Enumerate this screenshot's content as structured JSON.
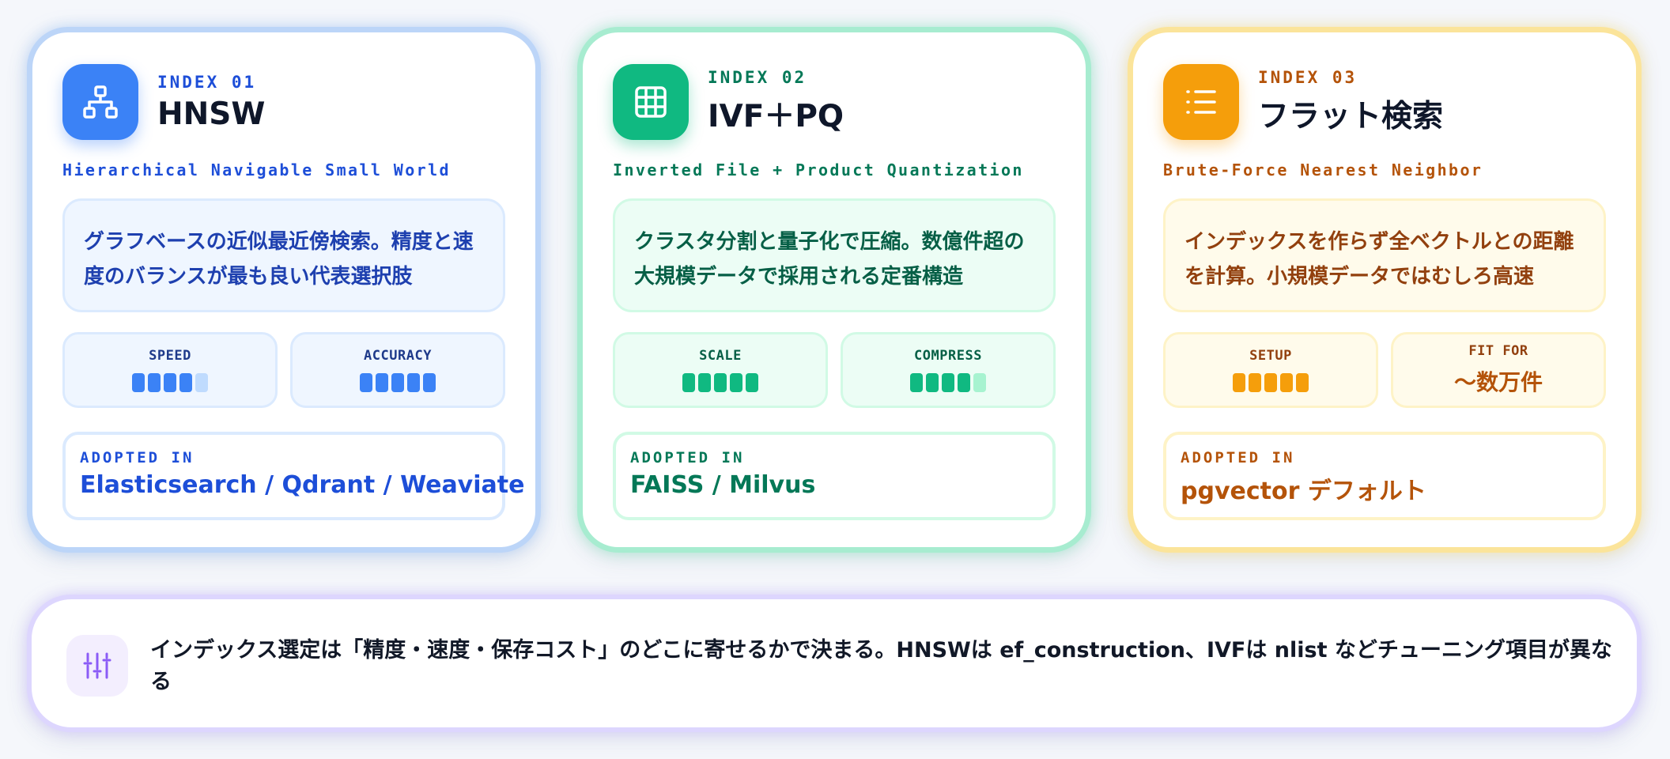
{
  "colors": {
    "blue_accent": "#3b82f6",
    "green_accent": "#10b981",
    "orange_accent": "#f59e0b",
    "purple_accent": "#8b5cf6"
  },
  "cards": [
    {
      "icon": "hierarchy-icon",
      "index_label": "INDEX 01",
      "title": "HNSW",
      "subtitle": "Hierarchical Navigable Small World",
      "description": "グラフベースの近似最近傍検索。精度と速度のバランスが最も良い代表選択肢",
      "metrics": [
        {
          "label": "SPEED",
          "level": 4,
          "max": 5
        },
        {
          "label": "ACCURACY",
          "level": 5,
          "max": 5
        }
      ],
      "adopted_label": "ADOPTED IN",
      "adopted_value": "Elasticsearch / Qdrant / Weaviate"
    },
    {
      "icon": "grid-icon",
      "index_label": "INDEX 02",
      "title": "IVF＋PQ",
      "subtitle": "Inverted File + Product Quantization",
      "description": "クラスタ分割と量子化で圧縮。数億件超の大規模データで採用される定番構造",
      "metrics": [
        {
          "label": "SCALE",
          "level": 5,
          "max": 5
        },
        {
          "label": "COMPRESS",
          "level": 4,
          "max": 5
        }
      ],
      "adopted_label": "ADOPTED IN",
      "adopted_value": "FAISS / Milvus"
    },
    {
      "icon": "list-icon",
      "index_label": "INDEX 03",
      "title": "フラット検索",
      "subtitle": "Brute-Force Nearest Neighbor",
      "description": "インデックスを作らず全ベクトルとの距離を計算。小規模データではむしろ高速",
      "metrics": [
        {
          "label": "SETUP",
          "level": 5,
          "max": 5
        },
        {
          "label": "FIT FOR",
          "value": "〜数万件"
        }
      ],
      "adopted_label": "ADOPTED IN",
      "adopted_value": "pgvector デフォルト"
    }
  ],
  "note": {
    "icon": "sliders-icon",
    "text": "インデックス選定は「精度・速度・保存コスト」のどこに寄せるかで決まる。HNSWは ef_construction、IVFは nlist などチューニング項目が異なる"
  }
}
